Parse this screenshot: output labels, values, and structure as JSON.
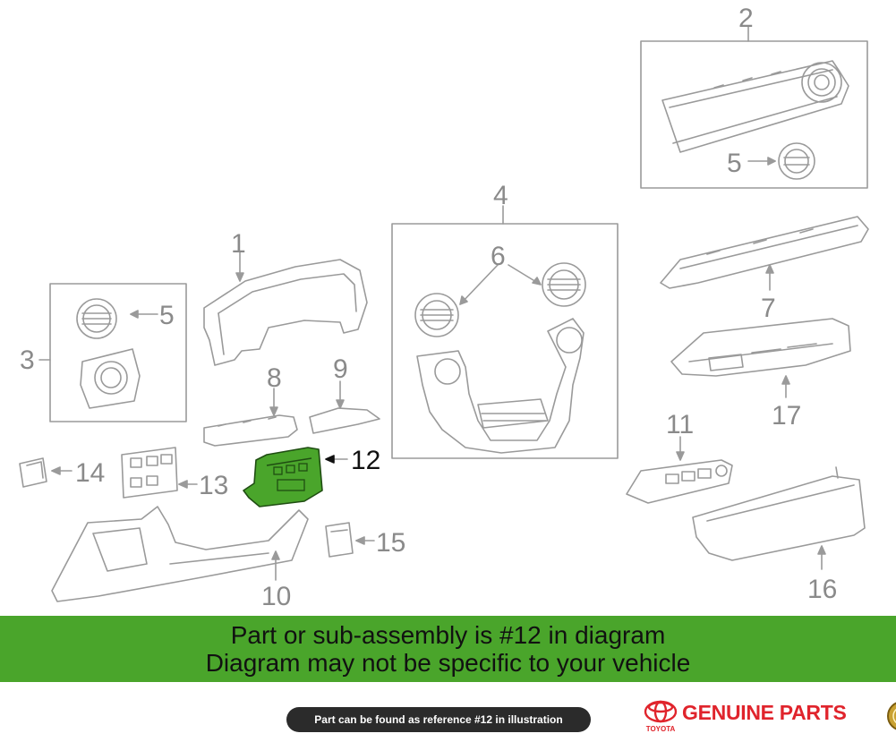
{
  "colors": {
    "highlight_fill": "#4aa52b",
    "highlight_stroke": "#1f4d12",
    "line_gray": "#9a9a9a",
    "label_gray": "#8a8a8a",
    "banner_green": "#4aa52b",
    "pill_bg": "#2b2b2b",
    "brand_red": "#e0242c"
  },
  "diagram": {
    "labels": {
      "p1": "1",
      "p2": "2",
      "p3": "3",
      "p4": "4",
      "p5a": "5",
      "p5b": "5",
      "p6": "6",
      "p7": "7",
      "p8": "8",
      "p9": "9",
      "p10": "10",
      "p11": "11",
      "p12": "12",
      "p13": "13",
      "p14": "14",
      "p15": "15",
      "p16": "16",
      "p17": "17"
    },
    "highlighted_part": "12"
  },
  "callout": {
    "line1": "Part or sub-assembly is #12 in diagram",
    "line2": "Diagram may not be specific to your vehicle"
  },
  "footer": {
    "reference_pill": "Part can be found as reference #12 in illustration",
    "brand_text": "GENUINE PARTS",
    "brand_logo_text": "TOYOTA",
    "brand_logo_icon": "toyota-emblem-icon",
    "seal_icon": "gold-seal-icon"
  }
}
